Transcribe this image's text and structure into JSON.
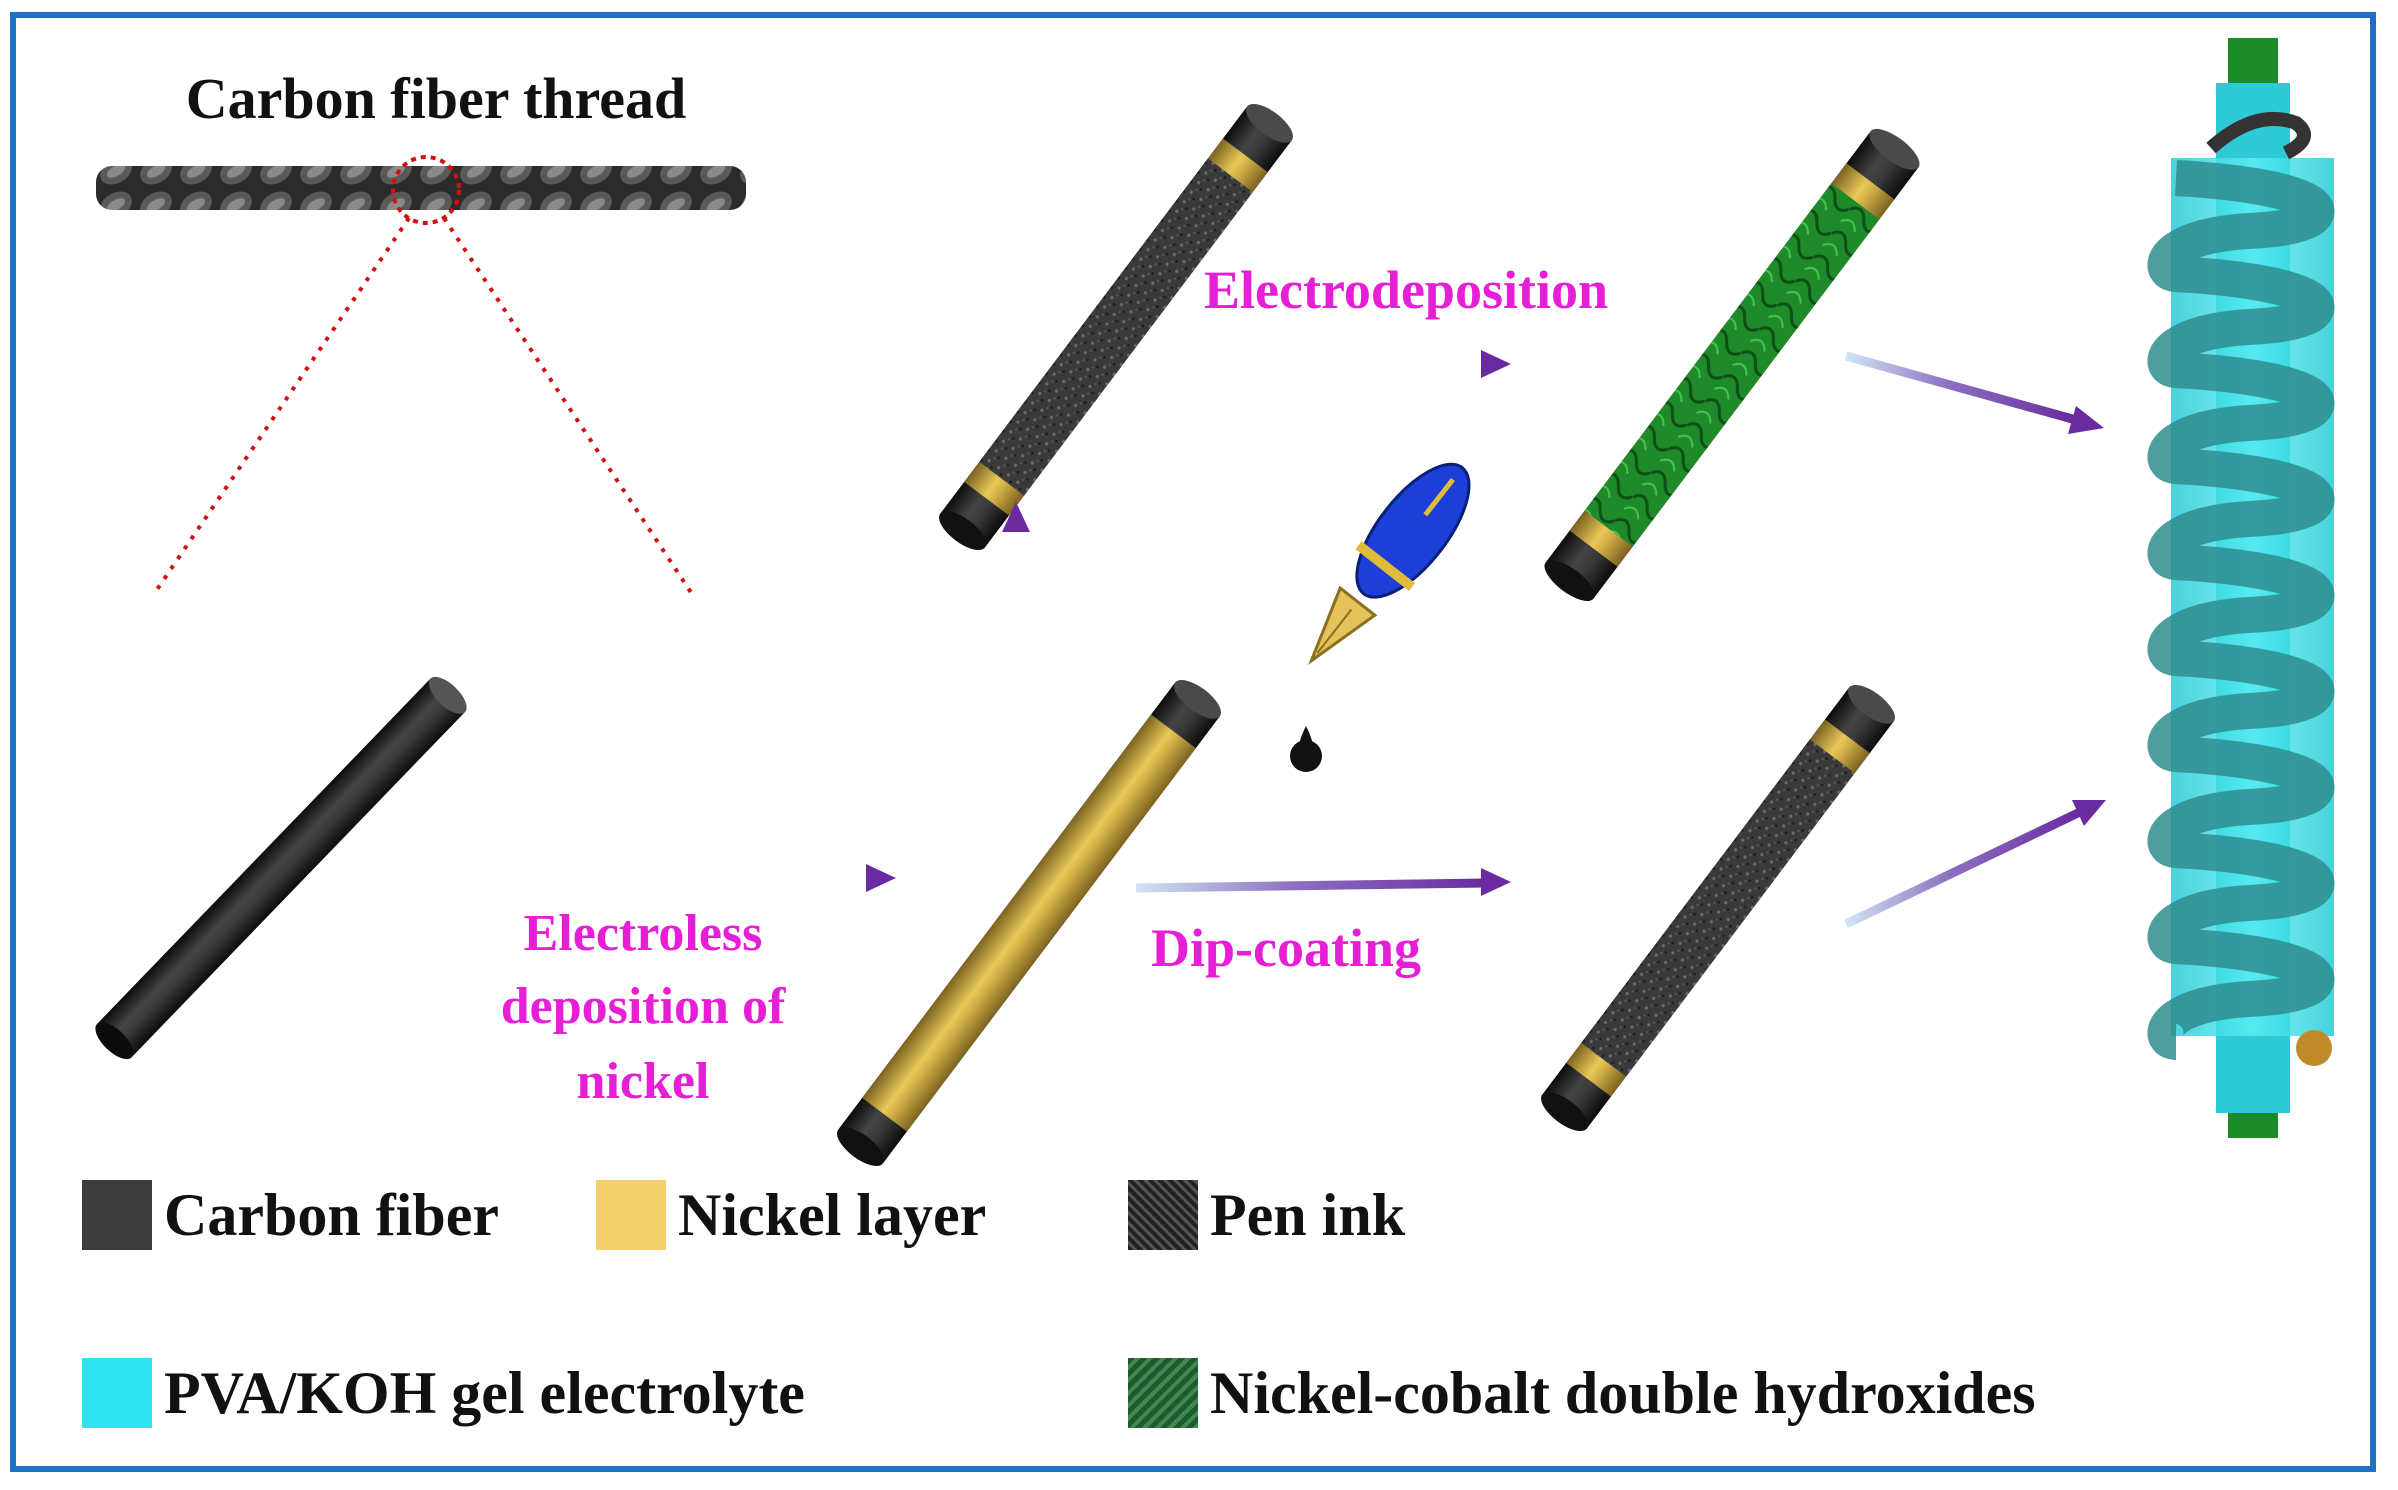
{
  "title": "Carbon fiber thread",
  "steps": {
    "electroless": [
      "Electroless",
      "deposition of",
      "nickel"
    ],
    "electrodeposition": "Electrodeposition",
    "dip_coating": "Dip-coating"
  },
  "legend": [
    {
      "label": "Carbon fiber",
      "color": "#3c3c3c",
      "icon": "carbon-fiber-swatch"
    },
    {
      "label": "Nickel layer",
      "color": "#f2d16b",
      "icon": "nickel-layer-swatch"
    },
    {
      "label": "Pen ink",
      "color": "#2e2e2e",
      "icon": "pen-ink-swatch"
    },
    {
      "label": "PVA/KOH gel electrolyte",
      "color": "#2ee3f0",
      "icon": "gel-electrolyte-swatch"
    },
    {
      "label": "Nickel-cobalt double hydroxides",
      "color": "#2f6e3e",
      "icon": "ni-co-hydroxide-swatch"
    }
  ],
  "colors": {
    "frame": "#1f6fc4",
    "step_label": "#e61fd6",
    "arrow": "#6a2aa0",
    "carbon": "#2a2a2a",
    "nickel": "#c8a43a",
    "green": "#1f8a2a",
    "cyan": "#35d6e0"
  }
}
